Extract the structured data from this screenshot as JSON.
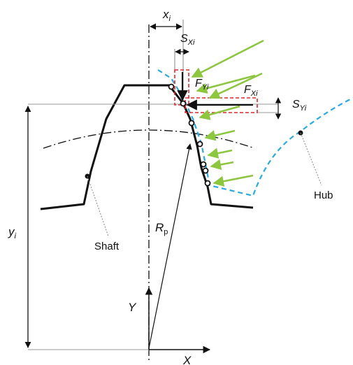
{
  "labels": {
    "x_i": {
      "main": "x",
      "sub": "i"
    },
    "s_xi": {
      "main": "S",
      "sub": "Xi"
    },
    "f_yi": {
      "main": "F",
      "sub": "Yi"
    },
    "f_xi": {
      "main": "F",
      "sub": "Xi"
    },
    "s_yi": {
      "main": "S",
      "sub": "Yi"
    },
    "y_i": {
      "main": "y",
      "sub": "i"
    },
    "r_p": {
      "main": "R",
      "sub": "p"
    },
    "axis_y": "Y",
    "axis_x": "X",
    "hub": "Hub",
    "shaft": "Shaft"
  },
  "colors": {
    "outline": "#111111",
    "hub_profile": "#29abe2",
    "force_arrows": "#8dc63f",
    "highlight_box": "#e8262d",
    "leader": "#777777"
  },
  "force_arrow_count": 8,
  "contact_point_count": 7
}
